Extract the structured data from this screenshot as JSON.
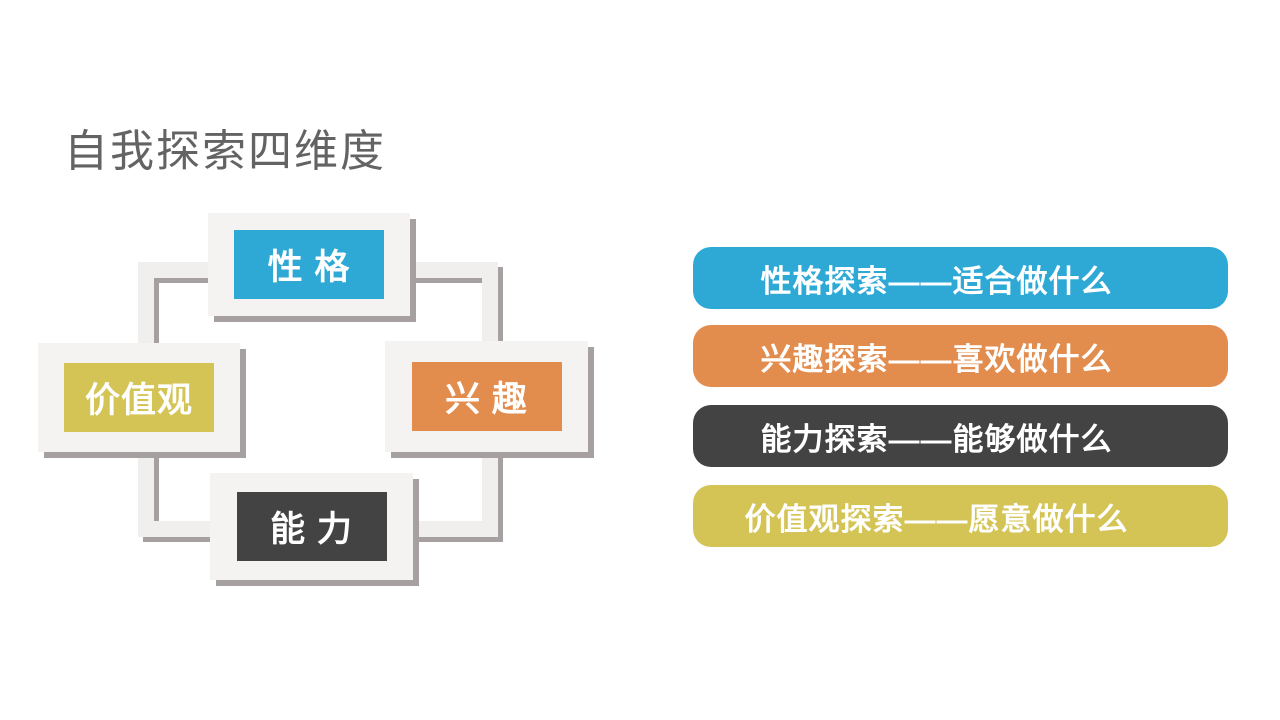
{
  "title": "自我探索四维度",
  "palette": {
    "blue": "#2EA9D6",
    "orange": "#E28C4E",
    "dark_gray": "#434343",
    "yellow": "#D4C355",
    "shadow_gray": "#A7A0A0",
    "card_gray": "#F4F3F2",
    "title_gray": "#636363"
  },
  "diagram": {
    "nodes": [
      {
        "id": "personality",
        "position": "top",
        "label": "性 格",
        "color": "#2EA9D6"
      },
      {
        "id": "values",
        "position": "left",
        "label": "价值观",
        "color": "#D4C355"
      },
      {
        "id": "interest",
        "position": "right",
        "label": "兴 趣",
        "color": "#E28C4E"
      },
      {
        "id": "ability",
        "position": "bottom",
        "label": "能 力",
        "color": "#434343"
      }
    ]
  },
  "legend": {
    "items": [
      {
        "id": "personality",
        "label": "性格探索——适合做什么",
        "color": "#2EA9D6"
      },
      {
        "id": "interest",
        "label": "兴趣探索——喜欢做什么",
        "color": "#E28C4E"
      },
      {
        "id": "ability",
        "label": "能力探索——能够做什么",
        "color": "#434343"
      },
      {
        "id": "values",
        "label": "价值观探索——愿意做什么",
        "color": "#D4C355"
      }
    ]
  }
}
